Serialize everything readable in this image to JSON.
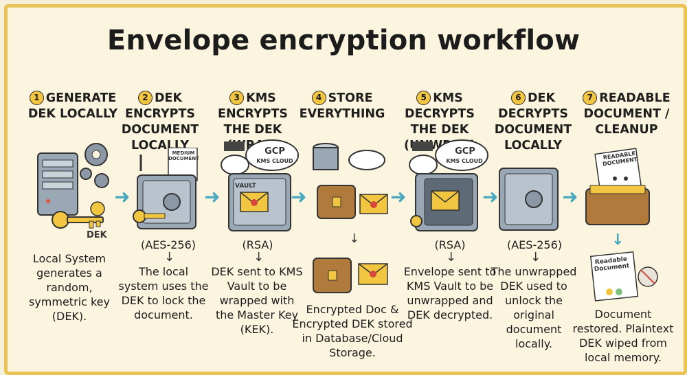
{
  "title": "Envelope encryption workflow",
  "steps": [
    {
      "num": "1",
      "head_l1": "GENERATE",
      "head_l2": "DEK LOCALLY",
      "head_l3": "",
      "desc": "Local System generates a random, symmetric key (DEK).",
      "label": "DEK"
    },
    {
      "num": "2",
      "head_l1": "DEK ENCRYPTS",
      "head_l2": "DOCUMENT",
      "head_l3": "LOCALLY",
      "algo": "(AES-256)",
      "desc": "The local system uses the DEK to lock the document.",
      "doc": "MEDIUM DOCUMENT"
    },
    {
      "num": "3",
      "head_l1": "KMS ENCRYPTS",
      "head_l2": "THE DEK",
      "head_l3": "(WRAP)",
      "algo": "(RSA)",
      "desc": "DEK sent to KMS Vault to be wrapped with the Master Key (KEK).",
      "cloud": "GCP",
      "cloud2": "KMS CLOUD",
      "vault": "VAULT"
    },
    {
      "num": "4",
      "head_l1": "STORE",
      "head_l2": "EVERYTHING",
      "head_l3": "",
      "desc": "Encrypted Doc & Encrypted DEK stored in Database/Cloud Storage."
    },
    {
      "num": "5",
      "head_l1": "KMS DECRYPTS",
      "head_l2": "THE DEK",
      "head_l3": "(UNWRAP)",
      "algo": "(RSA)",
      "desc": "Envelope sent to KMS Vault to be unwrapped and DEK decrypted.",
      "cloud": "GCP",
      "cloud2": "KMS CLOUD"
    },
    {
      "num": "6",
      "head_l1": "DEK DECRYPTS",
      "head_l2": "DOCUMENT",
      "head_l3": "LOCALLY",
      "algo": "(AES-256)",
      "desc": "The unwrapped DEK used to unlock the original document locally."
    },
    {
      "num": "7",
      "head_l1": "READABLE",
      "head_l2": "DOCUMENT /",
      "head_l3": "CLEANUP",
      "desc": "Document restored. Plaintext DEK wiped from local memory.",
      "doc": "READABLE DOCUMENT",
      "doc2": "Readable Document"
    }
  ],
  "colors": {
    "accent": "#f2c640",
    "arrow": "#4aa9bf",
    "frame": "#e9c455",
    "background": "#fbf4df"
  }
}
